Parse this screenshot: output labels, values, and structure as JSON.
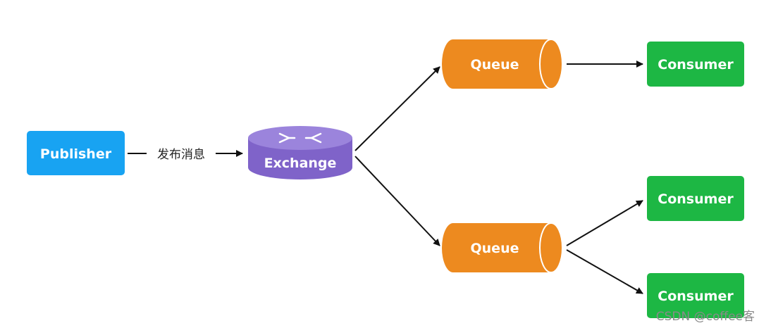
{
  "publisher": {
    "label": "Publisher",
    "color": "#18a3f2"
  },
  "edge_label": "发布消息",
  "exchange": {
    "label": "Exchange",
    "color": "#8a6fd2",
    "icon": "exchange-arrows-icon"
  },
  "queues": [
    {
      "label": "Queue",
      "color": "#ed8a1f"
    },
    {
      "label": "Queue",
      "color": "#ed8a1f"
    }
  ],
  "consumers": [
    {
      "label": "Consumer",
      "color": "#1db744"
    },
    {
      "label": "Consumer",
      "color": "#1db744"
    },
    {
      "label": "Consumer",
      "color": "#1db744"
    }
  ],
  "watermark": "CSDN @coffee客"
}
